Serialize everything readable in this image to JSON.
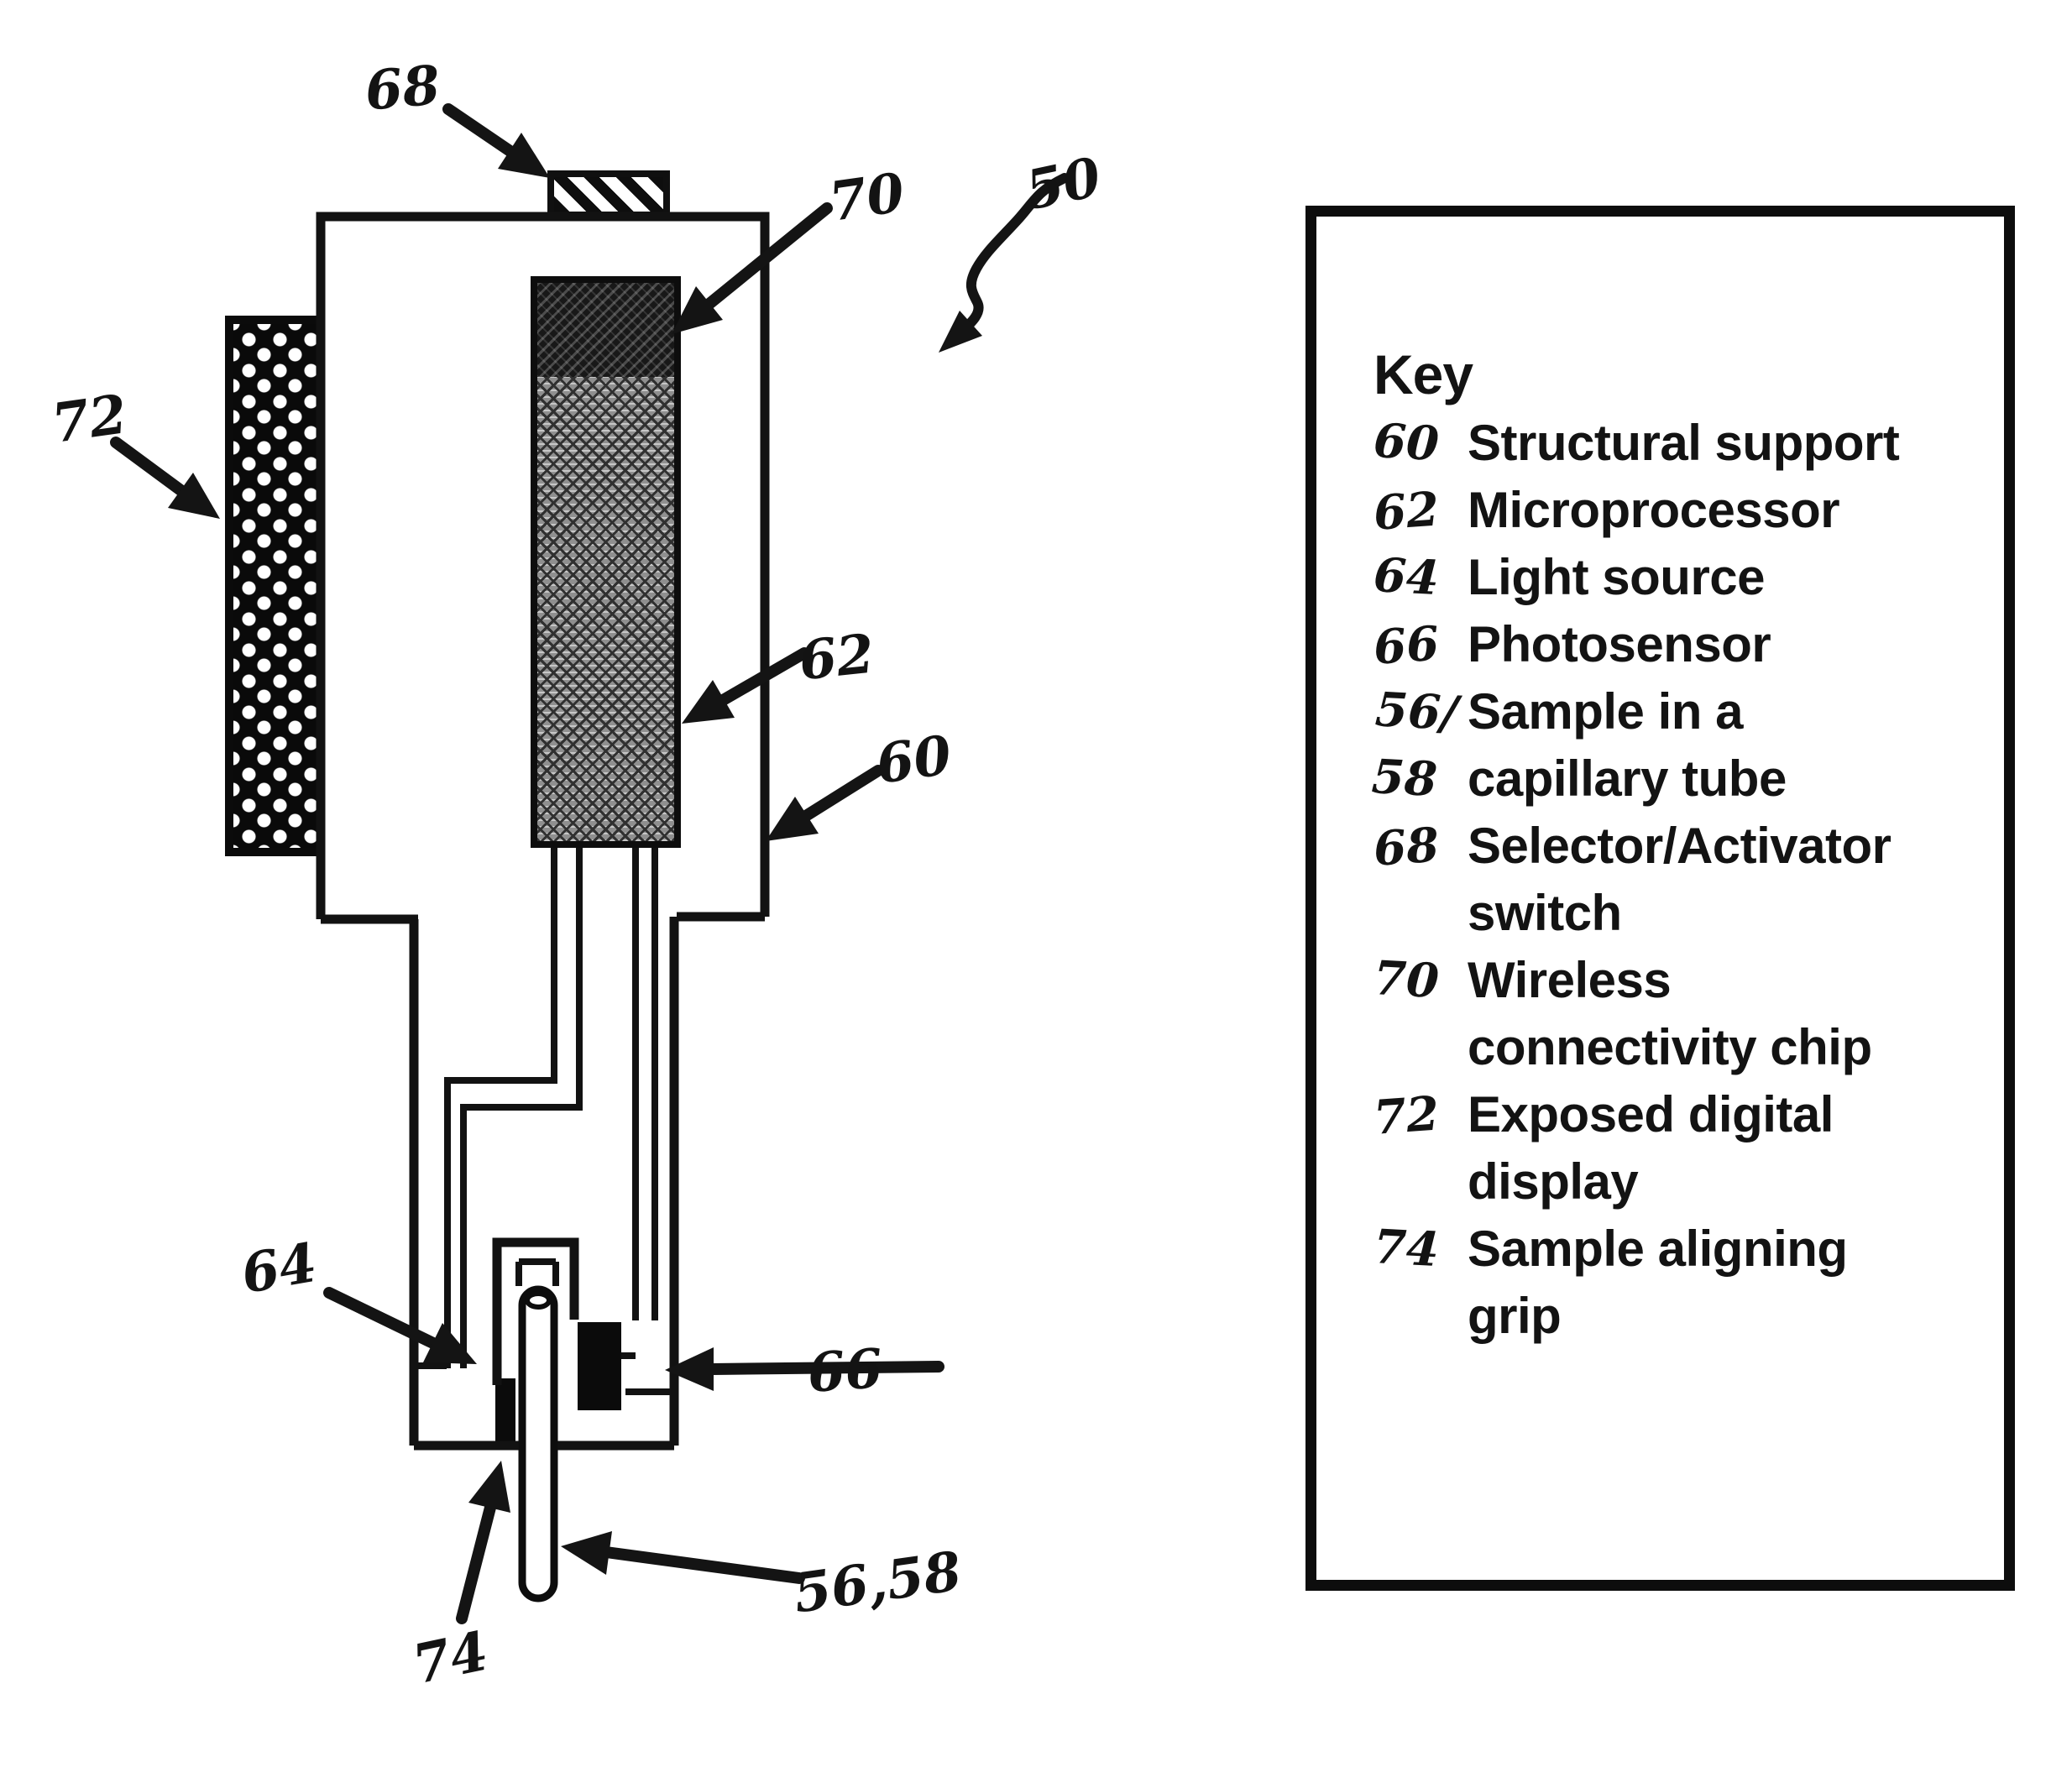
{
  "figure": {
    "labels": {
      "selector_switch": "68",
      "wireless_chip": "70",
      "device": "50",
      "digital_display": "72",
      "microprocessor": "62",
      "structural_support": "60",
      "light_source": "64",
      "photosensor": "66",
      "aligning_grip": "74",
      "sample_tube": "56,58"
    }
  },
  "key": {
    "title": "Key",
    "entries": [
      {
        "num": "60",
        "lines": [
          "Structural support"
        ]
      },
      {
        "num": "62",
        "lines": [
          "Microprocessor"
        ]
      },
      {
        "num": "64",
        "lines": [
          "Light source"
        ]
      },
      {
        "num": "66",
        "lines": [
          "Photosensor"
        ]
      },
      {
        "num": "56/",
        "num2": "58",
        "lines": [
          "Sample in a",
          "capillary tube"
        ]
      },
      {
        "num": "68",
        "lines": [
          "Selector/Activator",
          "switch"
        ]
      },
      {
        "num": "70",
        "lines": [
          "Wireless",
          "connectivity chip"
        ]
      },
      {
        "num": "72",
        "lines": [
          "Exposed digital",
          "display"
        ]
      },
      {
        "num": "74",
        "lines": [
          "Sample aligning",
          "grip"
        ]
      }
    ]
  },
  "colors": {
    "ink": "#131313",
    "paper": "#ffffff"
  }
}
